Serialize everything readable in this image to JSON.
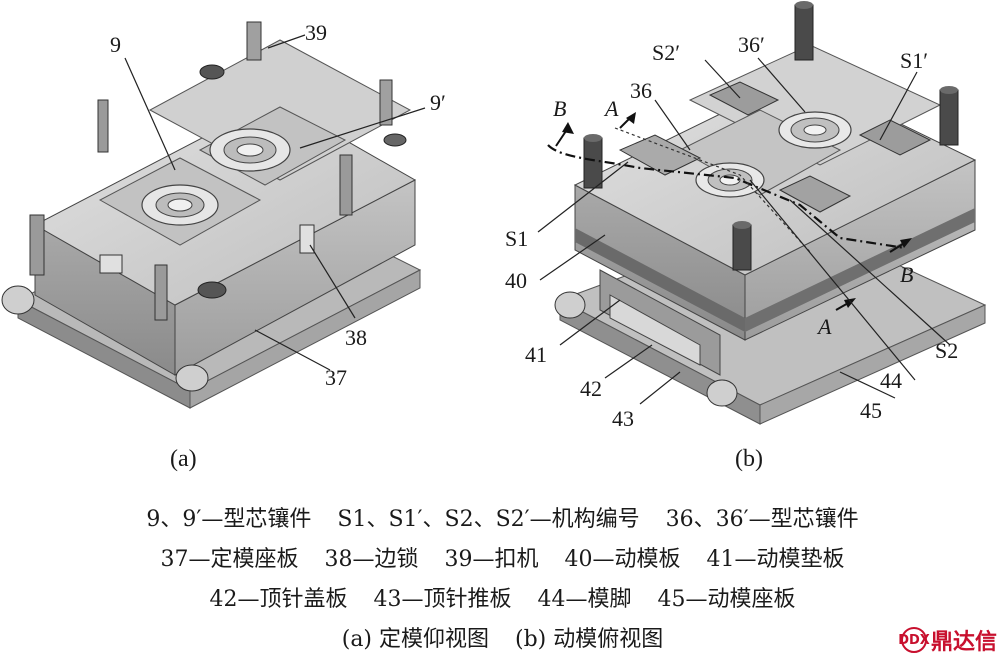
{
  "figure": {
    "panel_a": {
      "sublabel": "(a)",
      "callouts": [
        "9",
        "39",
        "9′",
        "38",
        "37"
      ]
    },
    "panel_b": {
      "sublabel": "(b)",
      "callouts": [
        "S2′",
        "36′",
        "S1′",
        "36",
        "S1",
        "40",
        "41",
        "42",
        "43",
        "44",
        "45",
        "S2"
      ],
      "section_marks": [
        "B",
        "A",
        "B",
        "A"
      ]
    }
  },
  "caption": {
    "lines": [
      [
        "9、9′—型芯镶件",
        "S1、S1′、S2、S2′—机构编号",
        "36、36′—型芯镶件"
      ],
      [
        "37—定模座板",
        "38—边锁",
        "39—扣机",
        "40—动模板",
        "41—动模垫板"
      ],
      [
        "42—顶针盖板",
        "43—顶针推板",
        "44—模脚",
        "45—动模座板"
      ],
      [
        "(a) 定模仰视图",
        "(b) 动模俯视图"
      ]
    ]
  },
  "watermark": {
    "text": "鼎达信",
    "logo_glyph": "DDX",
    "color": "#c8102e"
  },
  "colors": {
    "metal_light": "#d9d9d9",
    "metal_mid": "#b5b5b5",
    "metal_dark": "#7d7d7d",
    "plate_top": "#c9c9c9"
  }
}
